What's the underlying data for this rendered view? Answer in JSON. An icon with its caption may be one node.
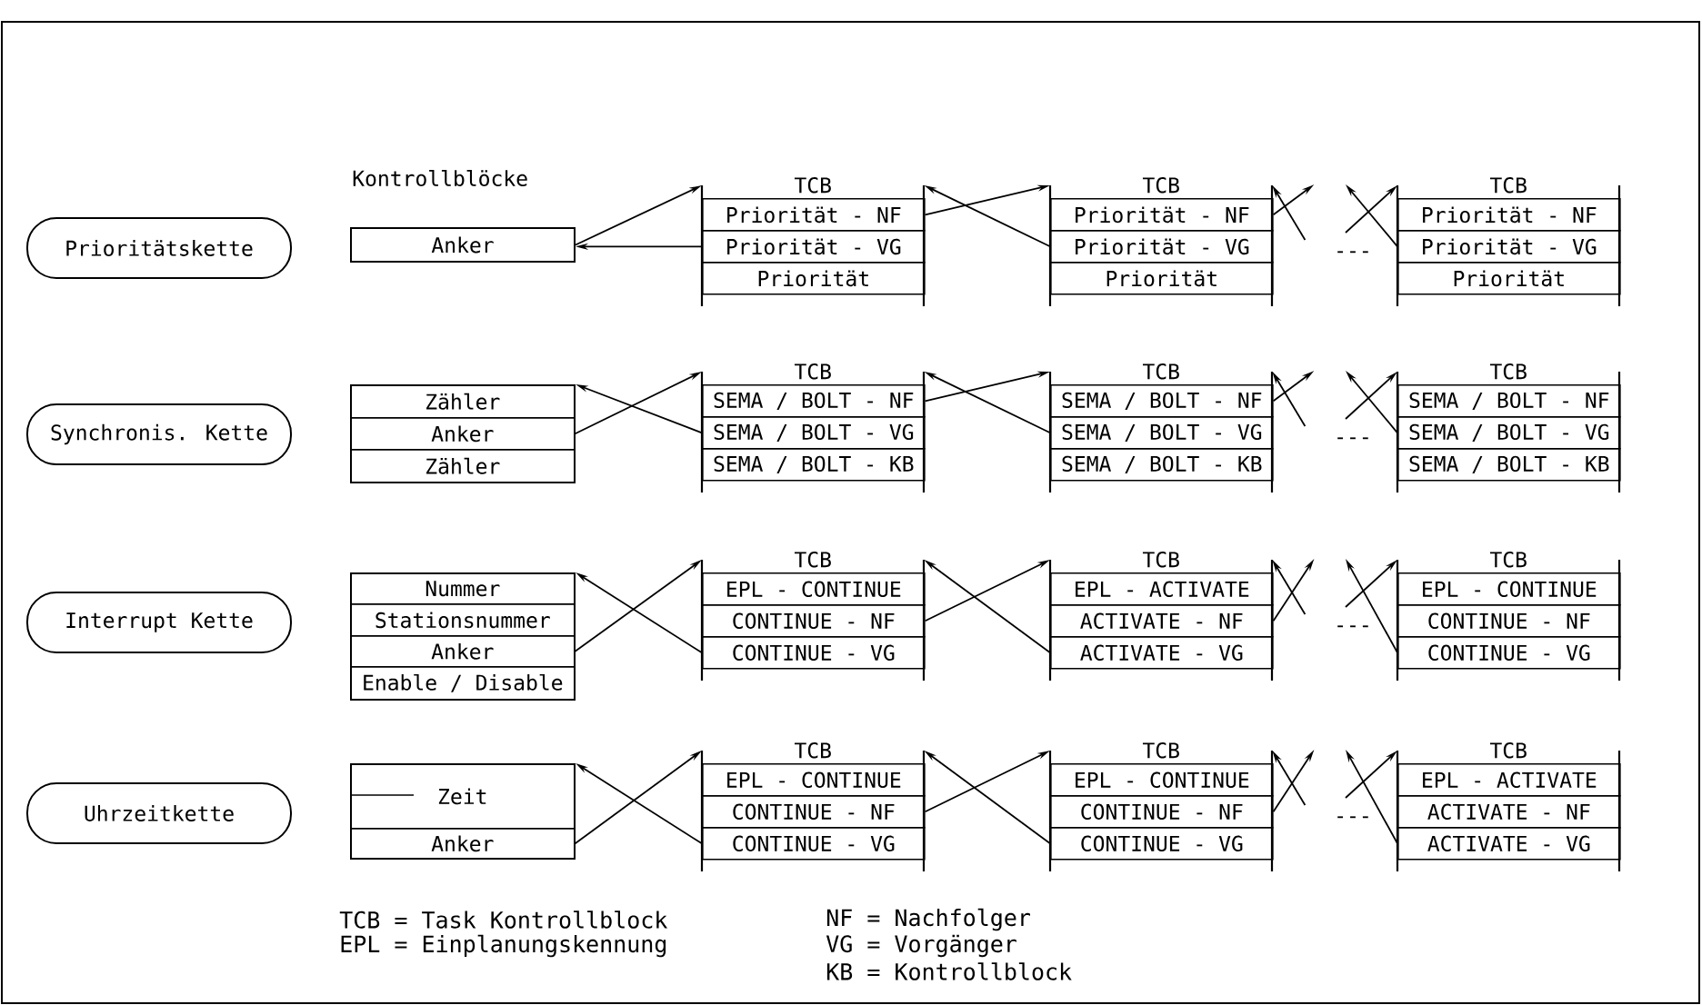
{
  "diagram": {
    "nodes": [
      {
        "text": [
          "Prioritätskette"
        ]
      },
      {
        "text": [
          "Anker"
        ]
      },
      {
        "text": [
          "TCB"
        ]
      },
      {
        "text": [
          "Priorität - NF"
        ],
        "in": 2
      },
      {
        "text": [
          "Priorität - VG"
        ],
        "in": 2
      },
      {
        "text": [
          "Priorität"
        ],
        "in": 2
      },
      {
        "text": [
          "TCB"
        ]
      },
      {
        "text": [
          "Priorität - NF"
        ],
        "in": 6
      },
      {
        "text": [
          "Priorität - VG"
        ],
        "in": 6
      },
      {
        "text": [
          "Priorität"
        ],
        "in": 6
      },
      {
        "text": [
          "TCB"
        ]
      },
      {
        "text": [
          "Priorität - NF"
        ],
        "in": 10
      },
      {
        "text": [
          "Priorität - VG"
        ],
        "in": 10
      },
      {
        "text": [
          "Priorität"
        ],
        "in": 10
      },
      {
        "text": [
          "Synchronis. Kette"
        ]
      },
      {
        "text": [],
        "shape": "box"
      },
      {
        "text": [
          "Zähler"
        ],
        "in": 15
      },
      {
        "text": [
          "Anker"
        ],
        "in": 15
      },
      {
        "text": [
          "Zähler"
        ],
        "in": 15
      },
      {
        "text": [
          "TCB"
        ]
      },
      {
        "text": [
          "SEMA / BOLT - NF"
        ],
        "in": 19
      },
      {
        "text": [
          "SEMA / BOLT - VG"
        ],
        "in": 19
      },
      {
        "text": [
          "SEMA / BOLT - KB"
        ],
        "in": 19
      },
      {
        "text": [
          "TCB"
        ]
      },
      {
        "text": [
          "SEMA / BOLT - NF"
        ],
        "in": 23
      },
      {
        "text": [
          "SEMA / BOLT - VG"
        ],
        "in": 23
      },
      {
        "text": [
          "SEMA / BOLT - KB"
        ],
        "in": 23
      },
      {
        "text": [
          "TCB"
        ]
      },
      {
        "text": [
          "SEMA / BOLT - NF"
        ],
        "in": 27
      },
      {
        "text": [
          "SEMA / BOLT - VG"
        ],
        "in": 27
      },
      {
        "text": [
          "SEMA / BOLT - KB"
        ],
        "in": 27
      },
      {
        "text": [
          "Interrupt Kette"
        ]
      },
      {
        "text": [],
        "shape": "box"
      },
      {
        "text": [
          "Nummer"
        ],
        "in": 32
      },
      {
        "text": [
          "Stationsnummer"
        ],
        "in": 32
      },
      {
        "text": [
          "Anker"
        ],
        "in": 32
      },
      {
        "text": [
          "Enable / Disable"
        ],
        "in": 32
      },
      {
        "text": [
          "TCB"
        ]
      },
      {
        "text": [
          "EPL - CONTINUE"
        ],
        "in": 37
      },
      {
        "text": [
          "CONTINUE - NF"
        ],
        "in": 37
      },
      {
        "text": [
          "CONTINUE - VG"
        ],
        "in": 37
      },
      {
        "text": [
          "TCB"
        ]
      },
      {
        "text": [
          "EPL - ACTIVATE"
        ],
        "in": 41
      },
      {
        "text": [
          "ACTIVATE - NF"
        ],
        "in": 41
      },
      {
        "text": [
          "ACTIVATE - VG"
        ],
        "in": 41
      },
      {
        "text": [
          "TCB"
        ]
      },
      {
        "text": [
          "EPL - CONTINUE"
        ],
        "in": 45
      },
      {
        "text": [
          "CONTINUE - NF"
        ],
        "in": 45
      },
      {
        "text": [
          "CONTINUE - VG"
        ],
        "in": 45
      },
      {
        "text": [
          "Uhrzeitkette"
        ]
      },
      {
        "text": [],
        "shape": "box"
      },
      {
        "text": [
          "Zeit"
        ],
        "in": 50
      },
      {
        "text": [
          "Anker"
        ],
        "in": 50
      },
      {
        "text": [
          "TCB"
        ]
      },
      {
        "text": [
          "EPL - CONTINUE"
        ],
        "in": 53
      },
      {
        "text": [
          "CONTINUE - NF"
        ],
        "in": 53
      },
      {
        "text": [
          "CONTINUE - VG"
        ],
        "in": 53
      },
      {
        "text": [
          "TCB"
        ]
      },
      {
        "text": [
          "EPL - CONTINUE"
        ],
        "in": 57
      },
      {
        "text": [
          "CONTINUE - NF"
        ],
        "in": 57
      },
      {
        "text": [
          "CONTINUE - VG"
        ],
        "in": 57
      },
      {
        "text": [
          "TCB"
        ]
      },
      {
        "text": [
          "EPL - ACTIVATE"
        ],
        "in": 61
      },
      {
        "text": [
          "ACTIVATE - NF"
        ],
        "in": 61
      },
      {
        "text": [
          "ACTIVATE - VG"
        ],
        "in": 61
      }
    ],
    "edges": [
      {
        "from": 1,
        "to": 2,
        "arrow": "to"
      },
      {
        "from": 4,
        "to": 1,
        "arrow": "to"
      },
      {
        "from": 3,
        "to": 6,
        "arrow": "to"
      },
      {
        "from": 8,
        "to": 2,
        "arrow": "to"
      },
      {
        "from": 7,
        "to": null,
        "arrow": "to"
      },
      {
        "from": null,
        "to": 6,
        "arrow": "to"
      },
      {
        "from": null,
        "to": 10,
        "arrow": "to"
      },
      {
        "from": 12,
        "to": null,
        "arrow": "to"
      },
      {
        "from": 17,
        "to": 19,
        "arrow": "to"
      },
      {
        "from": 21,
        "to": 15,
        "arrow": "to"
      },
      {
        "from": 20,
        "to": 23,
        "arrow": "to"
      },
      {
        "from": 25,
        "to": 19,
        "arrow": "to"
      },
      {
        "from": 24,
        "to": null,
        "arrow": "to"
      },
      {
        "from": null,
        "to": 23,
        "arrow": "to"
      },
      {
        "from": null,
        "to": 27,
        "arrow": "to"
      },
      {
        "from": 29,
        "to": null,
        "arrow": "to"
      },
      {
        "from": 35,
        "to": 37,
        "arrow": "to"
      },
      {
        "from": 40,
        "to": 32,
        "arrow": "to"
      },
      {
        "from": 39,
        "to": 41,
        "arrow": "to"
      },
      {
        "from": 44,
        "to": 37,
        "arrow": "to"
      },
      {
        "from": 43,
        "to": null,
        "arrow": "to"
      },
      {
        "from": null,
        "to": 41,
        "arrow": "to"
      },
      {
        "from": null,
        "to": 45,
        "arrow": "to"
      },
      {
        "from": 48,
        "to": null,
        "arrow": "to"
      },
      {
        "from": 52,
        "to": 53,
        "arrow": "to"
      },
      {
        "from": 56,
        "to": 50,
        "arrow": "to"
      },
      {
        "from": 55,
        "to": 57,
        "arrow": "to"
      },
      {
        "from": 60,
        "to": 53,
        "arrow": "to"
      },
      {
        "from": 59,
        "to": null,
        "arrow": "to"
      },
      {
        "from": null,
        "to": 57,
        "arrow": "to"
      },
      {
        "from": null,
        "to": 61,
        "arrow": "to"
      },
      {
        "from": 64,
        "to": null,
        "arrow": "to"
      }
    ],
    "labels": [
      "Kontrollblöcke",
      "---",
      "---",
      "---",
      "---",
      "TCB = Task Kontrollblock",
      "EPL = Einplanungskennung",
      "NF = Nachfolger",
      "VG = Vorgänger",
      "KB = Kontrollblock"
    ]
  }
}
